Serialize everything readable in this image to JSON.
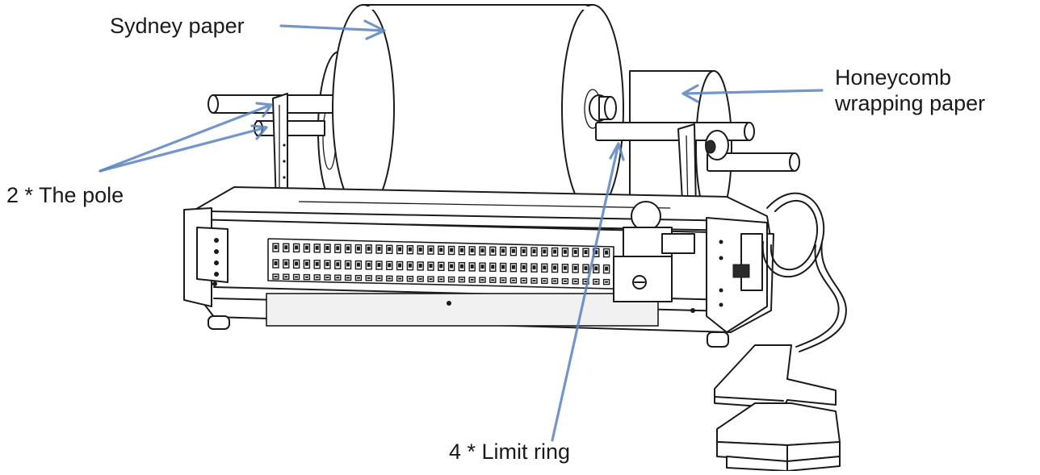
{
  "labels": {
    "sydney_paper": "Sydney paper",
    "honeycomb_line1": "Honeycomb",
    "honeycomb_line2": "wrapping paper",
    "pole": "2 * The pole",
    "limit_ring": "4 * Limit ring"
  },
  "colors": {
    "arrow": "#5b84bd",
    "line": "#1b1b1b",
    "background": "#ffffff"
  },
  "icons": {
    "machine": "paper-dispenser-machine-drawing",
    "pedal": "foot-pedal-drawing"
  }
}
